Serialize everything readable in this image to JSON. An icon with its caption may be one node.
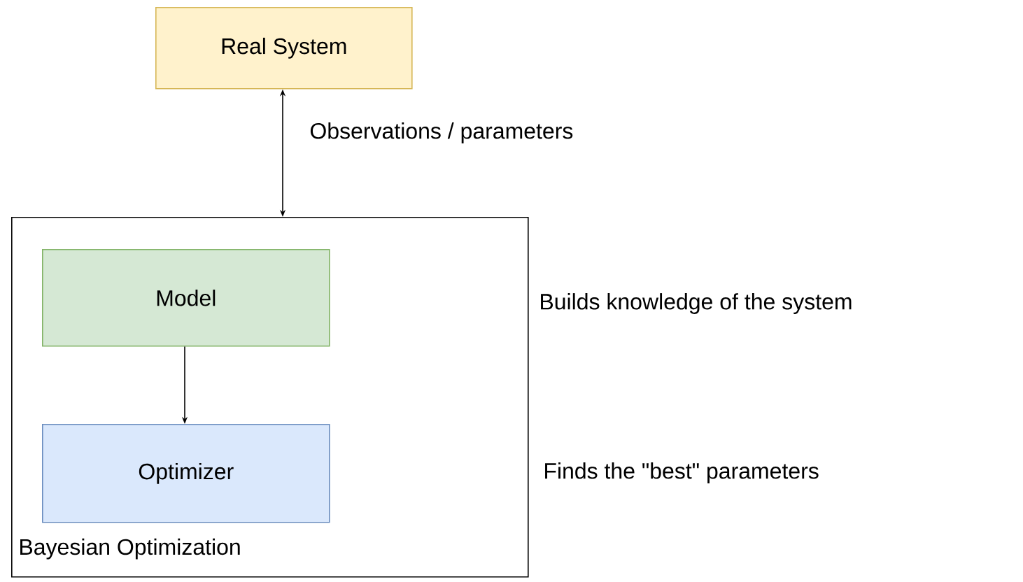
{
  "diagram": {
    "nodes": [
      {
        "text": [
          "Real System"
        ]
      },
      {
        "text": [
          "Bayesian Optimization"
        ]
      },
      {
        "text": [
          "Model"
        ],
        "in": 1
      },
      {
        "text": [
          "Optimizer"
        ],
        "in": 1
      }
    ],
    "labels": [
      "Builds knowledge of the system",
      "Finds the \"best\" parameters"
    ],
    "edges": [
      {
        "from": 0,
        "to": 1,
        "arrow": "both",
        "label": "Observations / parameters"
      },
      {
        "from": 2,
        "to": 3,
        "arrow": "to"
      }
    ]
  }
}
